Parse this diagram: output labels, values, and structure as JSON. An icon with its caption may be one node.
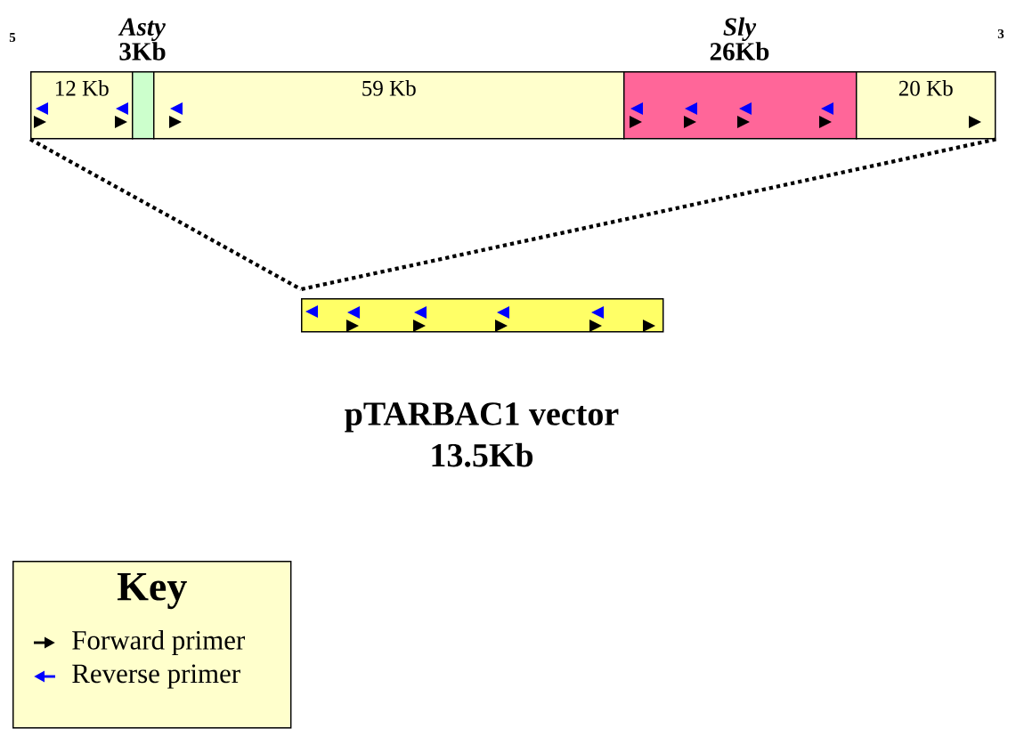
{
  "diagram": {
    "nodes": [
      {
        "text": [
          "12 Kb"
        ]
      },
      {
        "text": [
          "Asty",
          "3Kb"
        ]
      },
      {
        "text": [
          "59 Kb"
        ]
      },
      {
        "text": [
          "Sly",
          "26Kb"
        ]
      },
      {
        "text": [
          "20 Kb"
        ]
      },
      {
        "text": [],
        "shape": "bar",
        "beside": [
          "pTARBAC1 vector 13.5Kb"
        ]
      },
      {
        "text": [
          "Key"
        ]
      }
    ],
    "edges": [
      {
        "from": 0,
        "to": 5,
        "arrow": "none",
        "style": "dashed"
      },
      {
        "from": 4,
        "to": 5,
        "arrow": "none",
        "style": "dashed"
      }
    ],
    "labels": [
      "5",
      "3"
    ],
    "legend": [
      {
        "text": "Forward primer"
      },
      {
        "text": "Reverse primer"
      }
    ]
  }
}
